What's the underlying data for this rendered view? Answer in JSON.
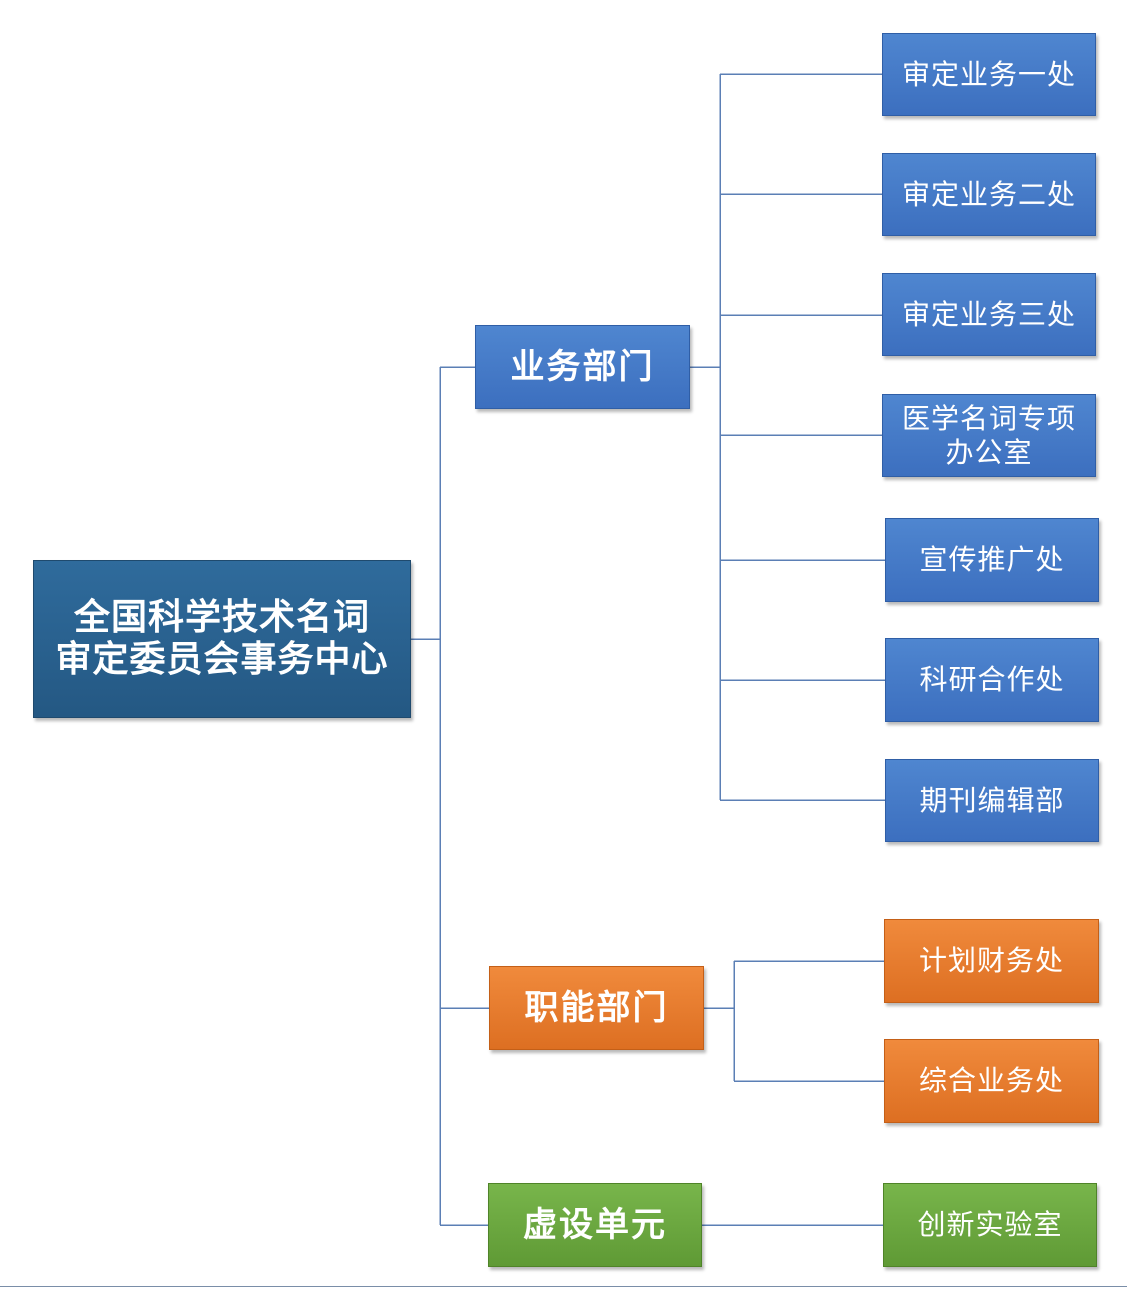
{
  "root": {
    "lines": [
      "全国科学技术名词",
      "审定委员会事务中心"
    ]
  },
  "categories": [
    {
      "label": "业务部门",
      "color": "#4472c4",
      "children": [
        {
          "lines": [
            "审定业务一处"
          ]
        },
        {
          "lines": [
            "审定业务二处"
          ]
        },
        {
          "lines": [
            "审定业务三处"
          ]
        },
        {
          "lines": [
            "医学名词专项",
            "办公室"
          ]
        },
        {
          "lines": [
            "宣传推广处"
          ]
        },
        {
          "lines": [
            "科研合作处"
          ]
        },
        {
          "lines": [
            "期刊编辑部"
          ]
        }
      ]
    },
    {
      "label": "职能部门",
      "color": "#ed7d31",
      "children": [
        {
          "lines": [
            "计划财务处"
          ]
        },
        {
          "lines": [
            "综合业务处"
          ]
        }
      ]
    },
    {
      "label": "虚设单元",
      "color": "#70ad47",
      "children": [
        {
          "lines": [
            "创新实验室"
          ]
        }
      ]
    }
  ],
  "colors": {
    "root": "#2e6898",
    "connector_root": "#3f6fb0",
    "connector_orange": "#6b88b8",
    "connector_green": "#6aa050"
  }
}
